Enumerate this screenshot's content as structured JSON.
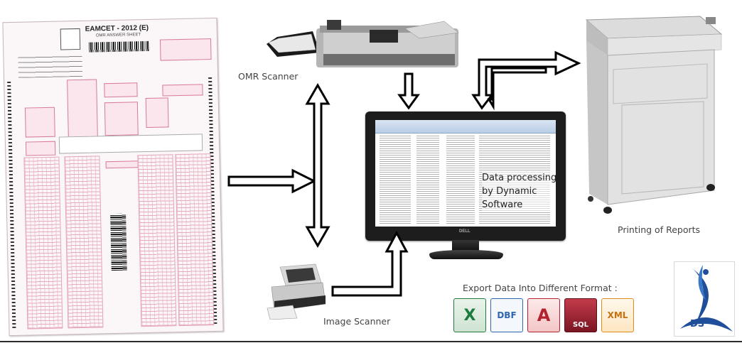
{
  "labels": {
    "omr_scanner": "OMR Scanner",
    "printing": "Printing of Reports",
    "image_scanner": "Image Scanner",
    "export": "Export Data Into Different Format :",
    "processing_line1": "Data processing",
    "processing_line2": "by Dynamic",
    "processing_line3": "Software"
  },
  "omr_sheet": {
    "title": "EAMCET - 2012 (E)",
    "subtitle": "OMR ANSWER SHEET"
  },
  "formats": [
    {
      "name": "excel-icon",
      "text": "X"
    },
    {
      "name": "dbf-icon",
      "text": "DBF"
    },
    {
      "name": "access-icon",
      "text": "A"
    },
    {
      "name": "sql-icon",
      "text": "SQL"
    },
    {
      "name": "xml-icon",
      "text": "XML"
    }
  ],
  "logo": {
    "text": "DS"
  },
  "colors": {
    "sheet_pink": "#e3a5b9",
    "arrow_stroke": "#000000",
    "excel": "#1f7a3e",
    "dbf": "#2f66b3",
    "access": "#b3222f",
    "sql": "#8a1c2a",
    "xml": "#e08a1e",
    "logo_blue": "#1f4f9b"
  }
}
